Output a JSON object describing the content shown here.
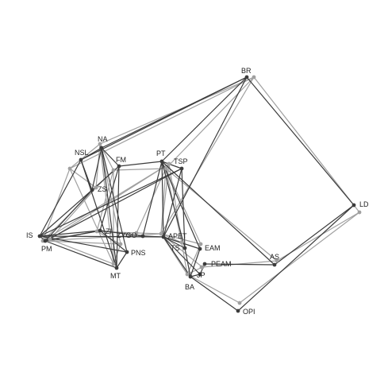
{
  "colors": {
    "background": "#ffffff",
    "dark": "#3c3c3c",
    "light": "#a0a0a0",
    "label": "#222222"
  },
  "nodes": [
    {
      "id": "BR",
      "label": "BR"
    },
    {
      "id": "NA",
      "label": "NA"
    },
    {
      "id": "NSL",
      "label": "NSL"
    },
    {
      "id": "FM",
      "label": "FM"
    },
    {
      "id": "PT",
      "label": "PT"
    },
    {
      "id": "TSP",
      "label": "TSP"
    },
    {
      "id": "ZS",
      "label": "ZS"
    },
    {
      "id": "LD",
      "label": "LD"
    },
    {
      "id": "IS",
      "label": "IS"
    },
    {
      "id": "PM",
      "label": "PM"
    },
    {
      "id": "ZI",
      "label": "ZI"
    },
    {
      "id": "ZYGO",
      "label": "ZYGO"
    },
    {
      "id": "APET",
      "label": "APET"
    },
    {
      "id": "PNS",
      "label": "PNS"
    },
    {
      "id": "TS",
      "label": "TS"
    },
    {
      "id": "EAM",
      "label": "EAM"
    },
    {
      "id": "PEAM",
      "label": "PEAM"
    },
    {
      "id": "AS",
      "label": "AS"
    },
    {
      "id": "MT",
      "label": "MT"
    },
    {
      "id": "JP",
      "label": "JP"
    },
    {
      "id": "BA",
      "label": "BA"
    },
    {
      "id": "OPI",
      "label": "OPI"
    }
  ],
  "edges": [
    [
      "BR",
      "NA"
    ],
    [
      "BR",
      "NSL"
    ],
    [
      "BR",
      "PT"
    ],
    [
      "BR",
      "APET"
    ],
    [
      "BR",
      "LD"
    ],
    [
      "NA",
      "NSL"
    ],
    [
      "NA",
      "FM"
    ],
    [
      "NA",
      "ZS"
    ],
    [
      "NA",
      "MT"
    ],
    [
      "NA",
      "PNS"
    ],
    [
      "NSL",
      "ZS"
    ],
    [
      "NSL",
      "IS"
    ],
    [
      "NSL",
      "MT"
    ],
    [
      "FM",
      "PT"
    ],
    [
      "FM",
      "ZS"
    ],
    [
      "FM",
      "ZI"
    ],
    [
      "FM",
      "MT"
    ],
    [
      "PT",
      "TSP"
    ],
    [
      "PT",
      "ZYGO"
    ],
    [
      "PT",
      "APET"
    ],
    [
      "PT",
      "TS"
    ],
    [
      "PT",
      "EAM"
    ],
    [
      "PT",
      "AS"
    ],
    [
      "TSP",
      "IS"
    ],
    [
      "TSP",
      "PM"
    ],
    [
      "TSP",
      "APET"
    ],
    [
      "TSP",
      "TS"
    ],
    [
      "ZS",
      "IS"
    ],
    [
      "ZS",
      "PM"
    ],
    [
      "LD",
      "AS"
    ],
    [
      "LD",
      "OPI"
    ],
    [
      "IS",
      "PM"
    ],
    [
      "IS",
      "ZI"
    ],
    [
      "IS",
      "APET"
    ],
    [
      "IS",
      "PNS"
    ],
    [
      "PM",
      "ZI"
    ],
    [
      "PM",
      "MT"
    ],
    [
      "ZI",
      "ZYGO"
    ],
    [
      "ZI",
      "PNS"
    ],
    [
      "ZYGO",
      "APET"
    ],
    [
      "APET",
      "TS"
    ],
    [
      "APET",
      "EAM"
    ],
    [
      "APET",
      "JP"
    ],
    [
      "APET",
      "BA"
    ],
    [
      "PNS",
      "MT"
    ],
    [
      "TS",
      "BA"
    ],
    [
      "EAM",
      "BA"
    ],
    [
      "PEAM",
      "AS"
    ],
    [
      "PEAM",
      "JP"
    ],
    [
      "BA",
      "OPI"
    ],
    [
      "BA",
      "JP"
    ]
  ]
}
